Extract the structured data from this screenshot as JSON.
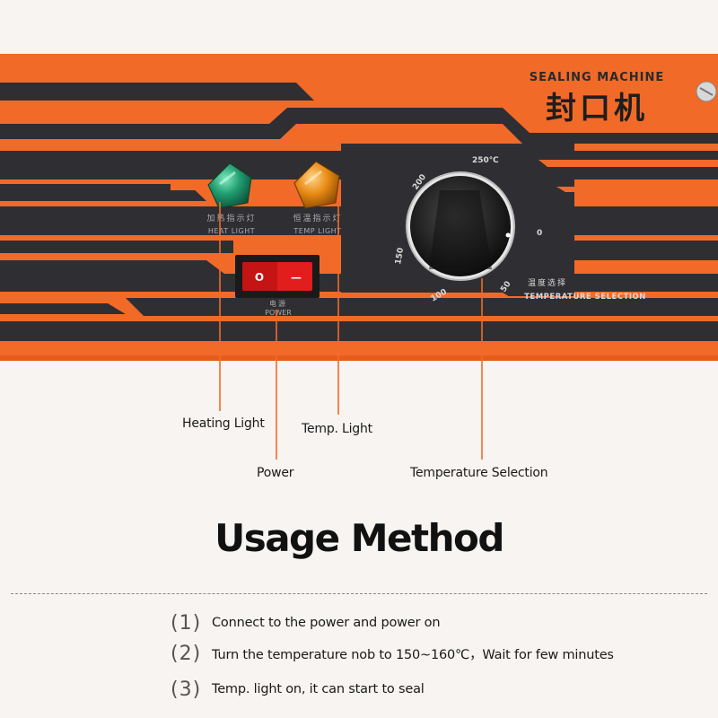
{
  "panel": {
    "brand_en": "SEALING MACHINE",
    "brand_cn": "封口机",
    "heat_light_cn": "加热指示灯",
    "heat_light_en": "HEAT LIGHT",
    "temp_light_cn": "恒温指示灯",
    "temp_light_en": "TEMP LIGHT",
    "power_cn": "电源",
    "power_en": "POWER",
    "switch_on": "O",
    "switch_off": "—",
    "dial_labels": [
      "250℃",
      "200",
      "150",
      "100",
      "50",
      "0"
    ],
    "temp_sel_cn": "温度选择",
    "temp_sel_en": "TEMPERATURE SELECTION",
    "colors": {
      "orange": "#f26a28",
      "dark": "#2f2f33",
      "heat": "#1f9a6e",
      "temp": "#e88a14",
      "switch": "#e11d1d"
    }
  },
  "callouts": {
    "heating_light": "Heating Light",
    "temp_light": "Temp. Light",
    "power": "Power",
    "temperature_selection": "Temperature Selection"
  },
  "usage": {
    "title": "Usage Method",
    "steps": [
      {
        "num": "(1)",
        "text": "Connect to the power and power on"
      },
      {
        "num": "(2)",
        "text": "Turn the temperature nob to 150~160℃，Wait for few minutes"
      },
      {
        "num": "(3)",
        "text": "Temp. light on, it can start to seal"
      }
    ]
  }
}
